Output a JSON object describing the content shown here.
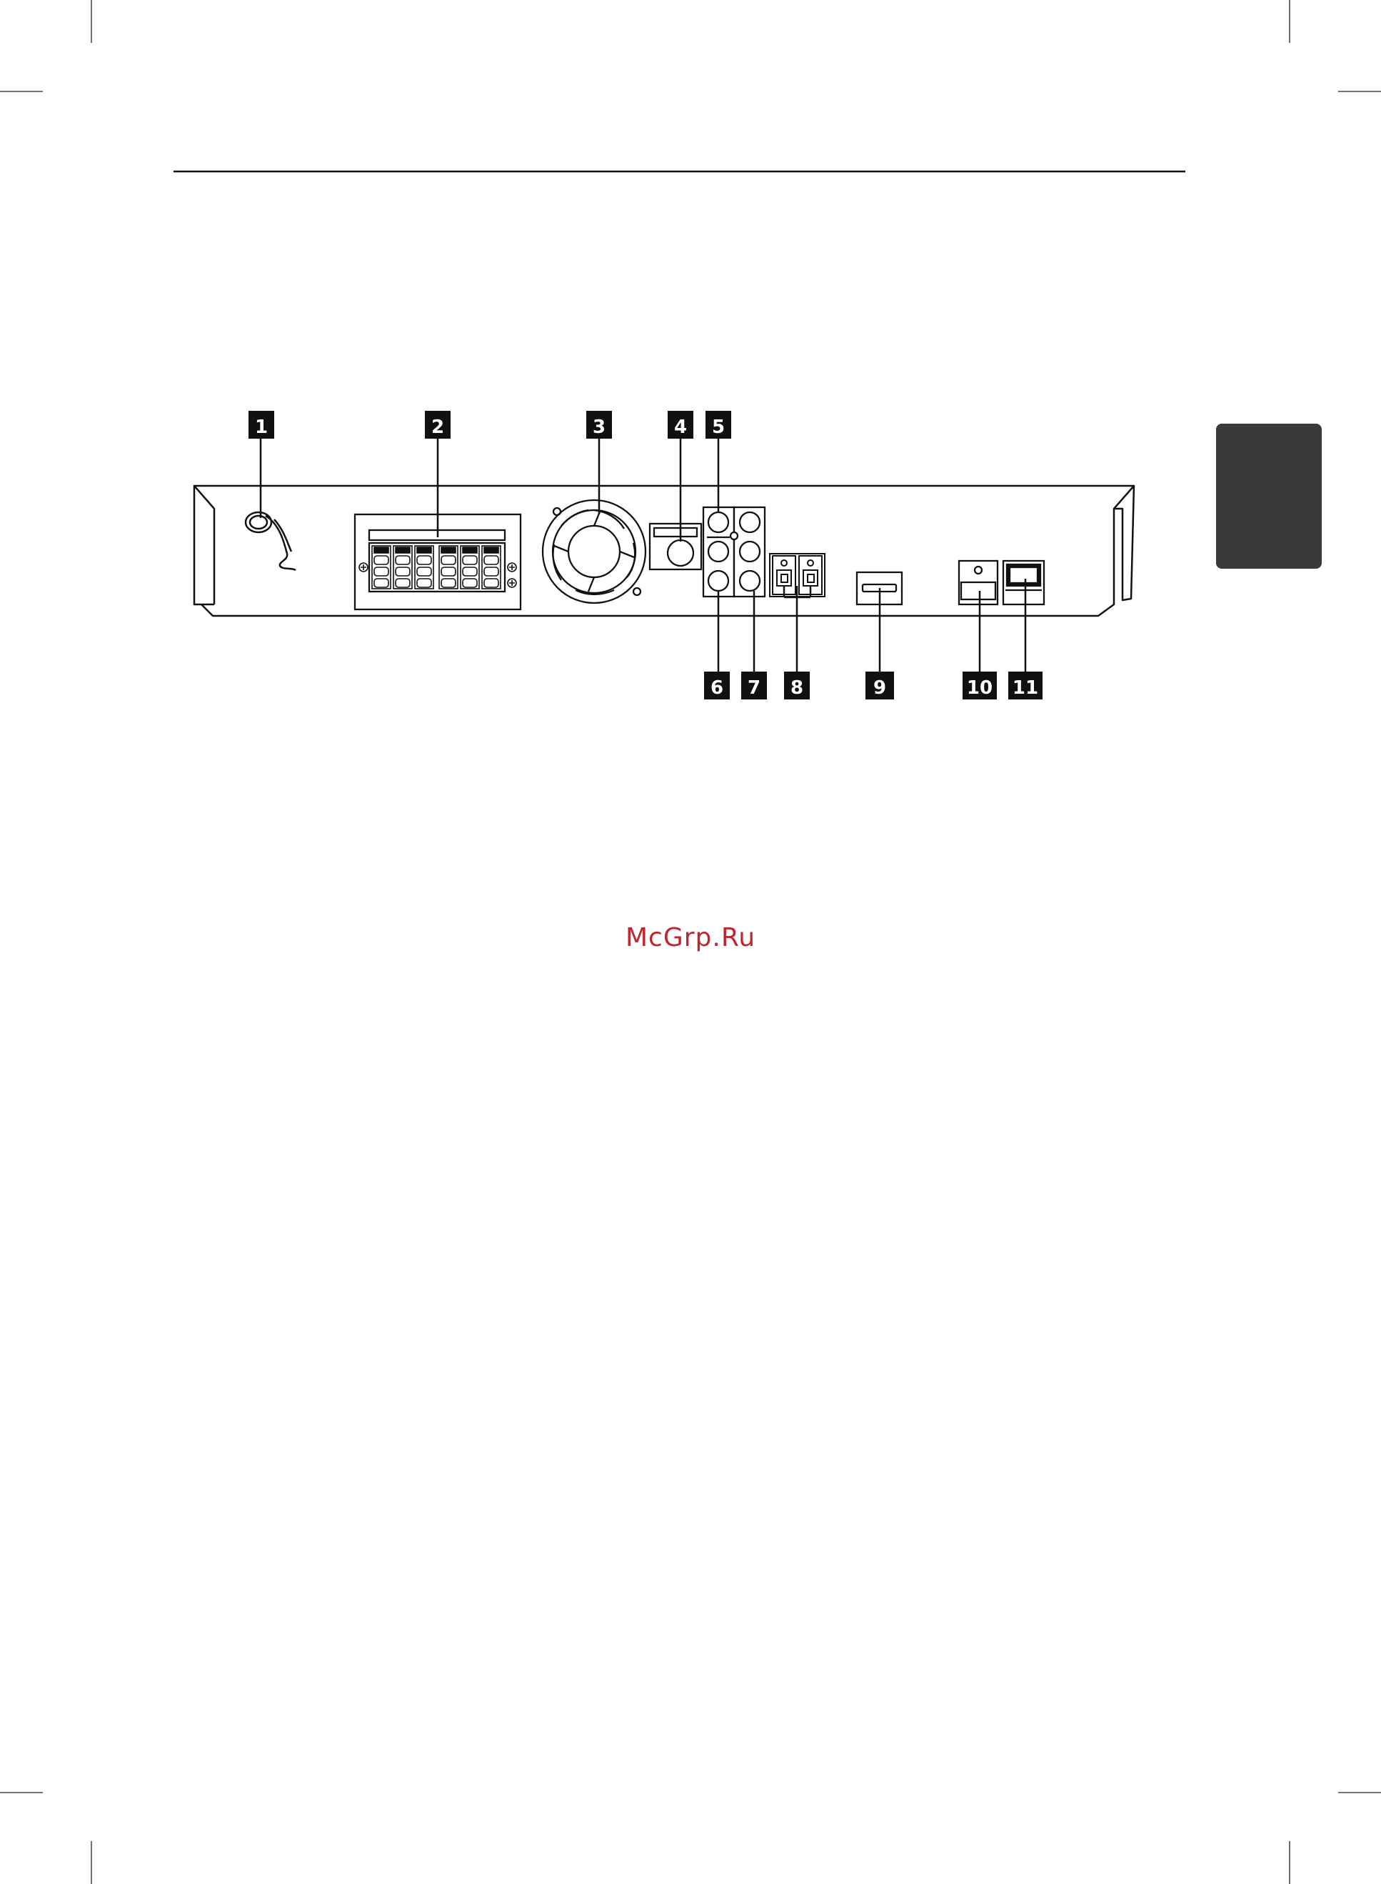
{
  "callouts": [
    "1",
    "2",
    "3",
    "4",
    "5",
    "6",
    "7",
    "8",
    "9",
    "10",
    "11"
  ],
  "watermark": {
    "text": "McGrp.Ru",
    "color": "#c0272d"
  },
  "colors": {
    "ink": "#111111",
    "tab": "#3a3a3a",
    "label_bg": "#111111",
    "label_fg": "#ffffff"
  }
}
